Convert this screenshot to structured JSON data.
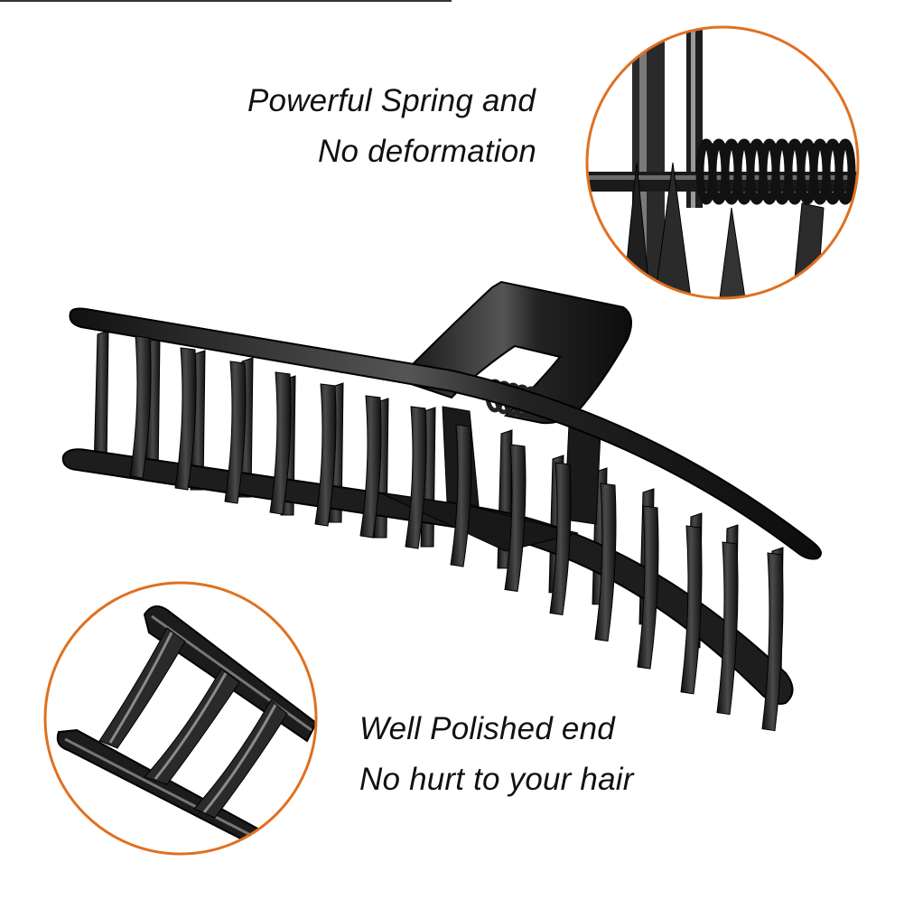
{
  "captions": {
    "spring_line1": "Powerful Spring and",
    "spring_line2": "No deformation",
    "end_line1": "Well Polished end",
    "end_line2": "No hurt to your hair"
  },
  "colors": {
    "background": "#ffffff",
    "circle_border": "#e07020",
    "metal": "#1c1c1c",
    "metal_highlight": "#6a6a6a"
  },
  "icons": {
    "main_product": "hair-claw-clip",
    "detail_top": "spring-closeup",
    "detail_bottom": "polished-end-closeup"
  }
}
